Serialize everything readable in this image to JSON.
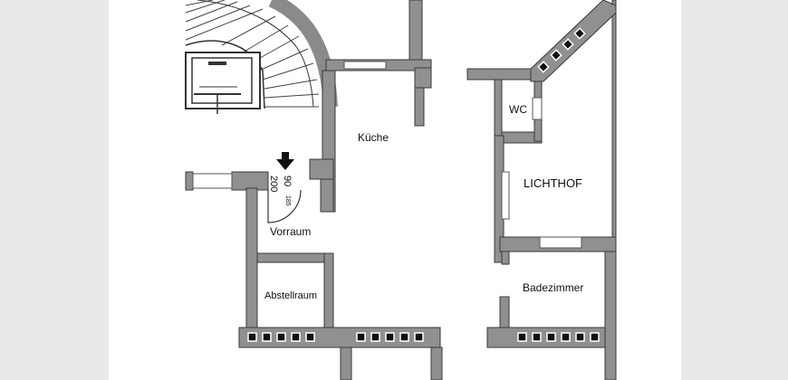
{
  "rooms": {
    "kueche": "Küche",
    "wc": "WC",
    "lichthof": "LICHTHOF",
    "vorraum": "Vorraum",
    "abstellraum": "Abstellraum",
    "badezimmer": "Badezimmer"
  },
  "door_dims": {
    "height_main": "200",
    "width_main": "90",
    "height_small": "185"
  },
  "colors": {
    "background": "#e9e9e9",
    "floor": "#ffffff",
    "wall": "#909090",
    "wall_outline": "#3a3a3a",
    "text": "#111111"
  },
  "icons": {
    "entrance": "down-arrow-icon"
  }
}
